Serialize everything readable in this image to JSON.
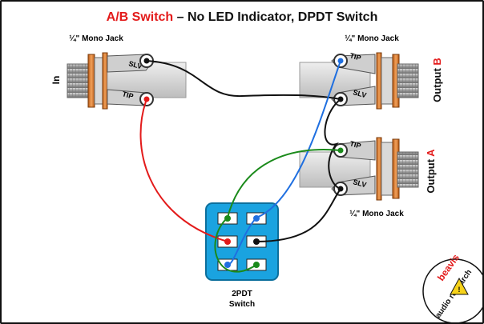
{
  "title": {
    "prefix": "A/B Switch",
    "suffix": " – No LED Indicator, DPDT Switch",
    "prefix_color": "#e31b1b",
    "suffix_color": "#111111"
  },
  "jacks": {
    "input": {
      "caption": "¼\" Mono Jack",
      "side_label": "In",
      "tip": "TIP",
      "sleeve": "SLV"
    },
    "output_b": {
      "caption": "¼\" Mono Jack",
      "side_label_word": "Output",
      "side_label_letter": "B",
      "tip": "TIP",
      "sleeve": "SLV"
    },
    "output_a": {
      "caption": "¼\" Mono Jack",
      "side_label_word": "Output",
      "side_label_letter": "A",
      "tip": "TIP",
      "sleeve": "SLV"
    }
  },
  "switch": {
    "line1": "2PDT",
    "line2": "Switch",
    "body_color": "#1aa3e0"
  },
  "logo": {
    "top_text": "beavis",
    "bottom_text": "audio research"
  },
  "wire_colors": {
    "red": "#e31b1b",
    "black": "#111111",
    "blue": "#1f6fe0",
    "green": "#1a8a1a"
  },
  "letter_color": "#e31b1b"
}
